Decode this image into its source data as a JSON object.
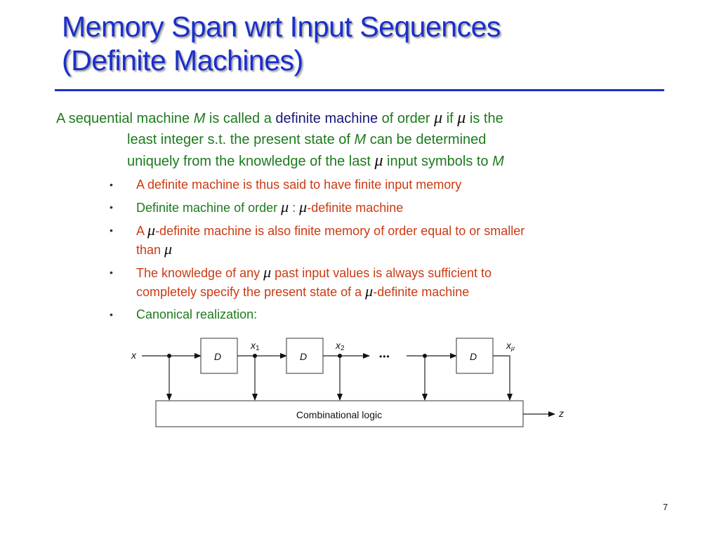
{
  "slide": {
    "title_line1": "Memory Span wrt Input Sequences",
    "title_line2": "(Definite Machines)",
    "page_number": "7",
    "colors": {
      "title": "#1a2fcc",
      "body_green": "#1e7a1e",
      "keyword_navy": "#16167a",
      "bullet_red": "#cc3a12"
    }
  },
  "definition": {
    "line1": {
      "a": "A sequential machine ",
      "M": "M",
      "b": " is called a ",
      "keyword": "definite machine",
      "c": " of order ",
      "mu1": "μ",
      "d": " if ",
      "mu2": "μ",
      "e": " is the"
    },
    "line2": {
      "a": "least integer s.t. the present state of ",
      "M": "M",
      "b": " can be determined"
    },
    "line3": {
      "a": "uniquely from the knowledge of the last ",
      "mu": "μ",
      "b": " input symbols to ",
      "M": "M"
    }
  },
  "bullets": {
    "b1": {
      "text": "A definite machine is thus said to have finite input memory"
    },
    "b2": {
      "a": "Definite machine of order ",
      "mu1": "μ",
      "sep": " : ",
      "mu2": "μ",
      "b": "-definite machine"
    },
    "b3": {
      "a": "A ",
      "mu1": "μ",
      "b": "-definite machine is also finite memory of order equal to or smaller",
      "c": "than ",
      "mu2": "μ"
    },
    "b4": {
      "a": "The knowledge of any ",
      "mu1": "μ",
      "b": " past input values is always sufficient to",
      "c": "completely specify the present state of a ",
      "mu2": "μ",
      "d": "-definite machine"
    },
    "b5": {
      "text": "Canonical realization:"
    },
    "bullet_glyph": "•"
  },
  "diagram": {
    "input_label": "x",
    "delay_label": "D",
    "x1": "x",
    "x1_sub": "1",
    "x2": "x",
    "x2_sub": "2",
    "xmu": "x",
    "xmu_sub": "μ",
    "ellipsis": "•••",
    "logic_label": "Combinational logic",
    "output_label": "z"
  }
}
